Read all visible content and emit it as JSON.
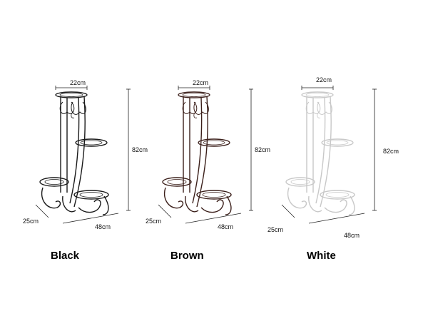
{
  "variants": [
    {
      "name": "Black",
      "color": "#1a1a1a"
    },
    {
      "name": "Brown",
      "color": "#3b1f1a"
    },
    {
      "name": "White",
      "color": "#c8c8c8"
    }
  ],
  "dimensions": {
    "top_width": "22cm",
    "height": "82cm",
    "depth": "25cm",
    "width": "48cm"
  },
  "dimension_line_color": "#222222"
}
